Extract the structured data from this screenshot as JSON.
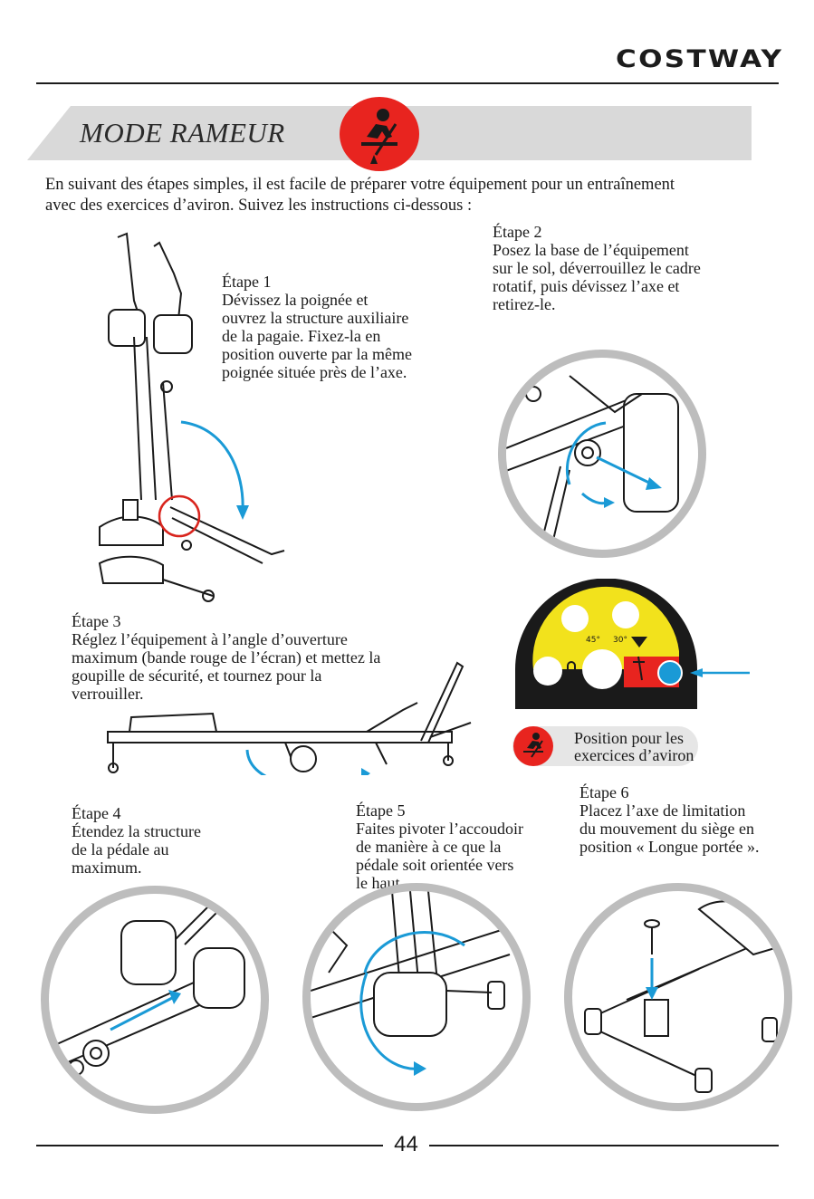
{
  "header": {
    "brand": "COSTWAY"
  },
  "section": {
    "title": "MODE RAMEUR",
    "icon": "rowing-person-icon"
  },
  "intro": {
    "lines": [
      "En suivant des étapes simples, il est facile de préparer votre équipement pour un entraînement",
      "avec des exercices d’aviron. Suivez les instructions ci-dessous :"
    ]
  },
  "steps": [
    {
      "title": "Étape 1",
      "lines": [
        "Dévissez la poignée et",
        "ouvrez la structure auxiliaire",
        "de la pagaie. Fixez-la en",
        "position ouverte par la même",
        "poignée située près de l’axe."
      ]
    },
    {
      "title": "Étape 2",
      "lines": [
        "Posez la base de l’équipement",
        "sur le sol, déverrouillez le cadre",
        "rotatif, puis dévissez l’axe et",
        "retirez-le."
      ]
    },
    {
      "title": "Étape 3",
      "lines": [
        "Réglez l’équipement à l’angle d’ouverture",
        "maximum (bande rouge de l’écran) et mettez la",
        "goupille de sécurité, et tournez pour la",
        "verrouiller."
      ]
    },
    {
      "title": "Étape 4",
      "lines": [
        "Étendez la structure",
        "de la pédale au",
        "maximum."
      ]
    },
    {
      "title": "Étape 5",
      "lines": [
        "Faites pivoter l’accoudoir",
        "de manière à ce que la",
        "pédale soit orientée vers",
        "le haut."
      ]
    },
    {
      "title": "Étape 6",
      "lines": [
        "Placez l’axe de limitation",
        "du mouvement du siège en",
        "position « Longue portée »."
      ]
    }
  ],
  "dial": {
    "angle_45": "45°",
    "angle_30": "30°"
  },
  "legend": {
    "lines": [
      "Position pour les",
      "exercices d’aviron"
    ]
  },
  "footer": {
    "page_number": "44"
  },
  "colors": {
    "accent_red": "#e8241f",
    "arrow_blue": "#1a9ad6",
    "dial_yellow": "#f2e21c",
    "banner_gray": "#d9d9d9"
  }
}
